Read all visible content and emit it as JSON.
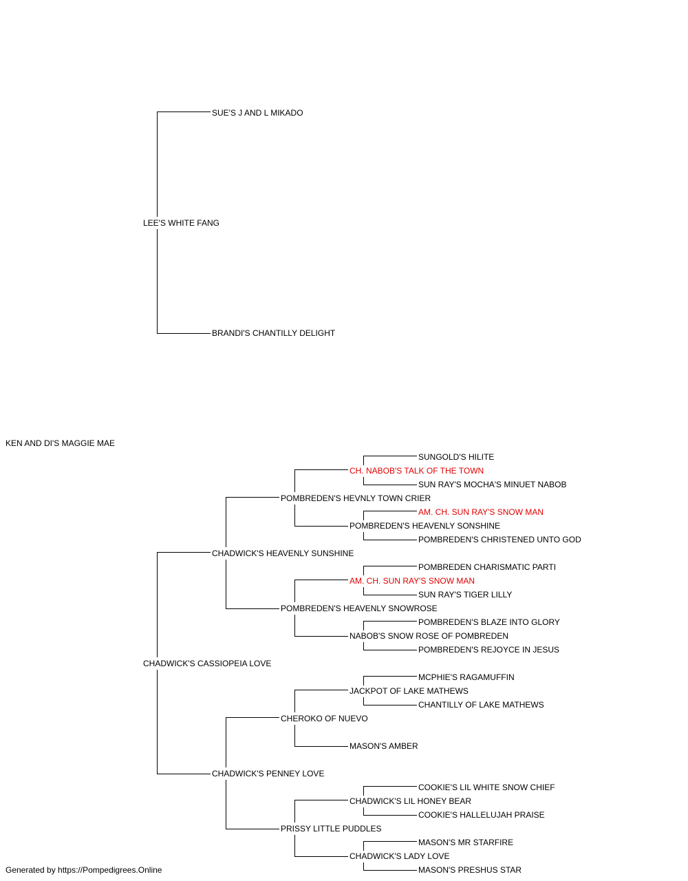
{
  "subject": "KEN AND DI'S MAGGIE MAE",
  "sire": {
    "name": "LEE'S WHITE FANG",
    "sire": "SUE'S J AND L MIKADO",
    "dam": "BRANDI'S CHANTILLY DELIGHT"
  },
  "dam": {
    "name": "CHADWICK'S CASSIOPEIA LOVE",
    "sire": {
      "name": "CHADWICK'S HEAVENLY SUNSHINE",
      "sire": {
        "name": "POMBREDEN'S HEVNLY TOWN CRIER",
        "sire": {
          "name": "CH. NABOB'S TALK OF THE TOWN",
          "sire": "SUNGOLD'S HILITE",
          "dam": "SUN RAY'S MOCHA'S MINUET NABOB"
        },
        "dam": {
          "name": "POMBREDEN'S HEAVENLY SONSHINE",
          "sire": "AM. CH. SUN RAY'S SNOW MAN",
          "dam": "POMBREDEN'S CHRISTENED UNTO GOD"
        }
      },
      "dam": {
        "name": "POMBREDEN'S HEAVENLY SNOWROSE",
        "sire": {
          "name": "AM. CH. SUN RAY'S SNOW MAN",
          "sire": "POMBREDEN CHARISMATIC PARTI",
          "dam": "SUN RAY'S TIGER LILLY"
        },
        "dam": {
          "name": "NABOB'S SNOW ROSE OF POMBREDEN",
          "sire": "POMBREDEN'S BLAZE INTO GLORY",
          "dam": "POMBREDEN'S REJOYCE IN JESUS"
        }
      }
    },
    "dam": {
      "name": "CHADWICK'S PENNEY LOVE",
      "sire": {
        "name": "CHEROKO OF NUEVO",
        "sire": {
          "name": "JACKPOT OF LAKE MATHEWS",
          "sire": "MCPHIE'S RAGAMUFFIN",
          "dam": "CHANTILLY OF LAKE MATHEWS"
        },
        "dam": {
          "name": "MASON'S AMBER"
        }
      },
      "dam": {
        "name": "PRISSY LITTLE PUDDLES",
        "sire": {
          "name": "CHADWICK'S LIL HONEY BEAR",
          "sire": "COOKIE'S LIL WHITE SNOW CHIEF",
          "dam": "COOKIE'S HALLELUJAH PRAISE"
        },
        "dam": {
          "name": "CHADWICK'S LADY LOVE",
          "sire": "MASON'S MR STARFIRE",
          "dam": "MASON'S PRESHUS STAR"
        }
      }
    }
  },
  "footer": "Generated by https://Pompedigrees.Online",
  "colors": {
    "champion": "#e00000",
    "default": "#000000",
    "lines": "#000000"
  }
}
